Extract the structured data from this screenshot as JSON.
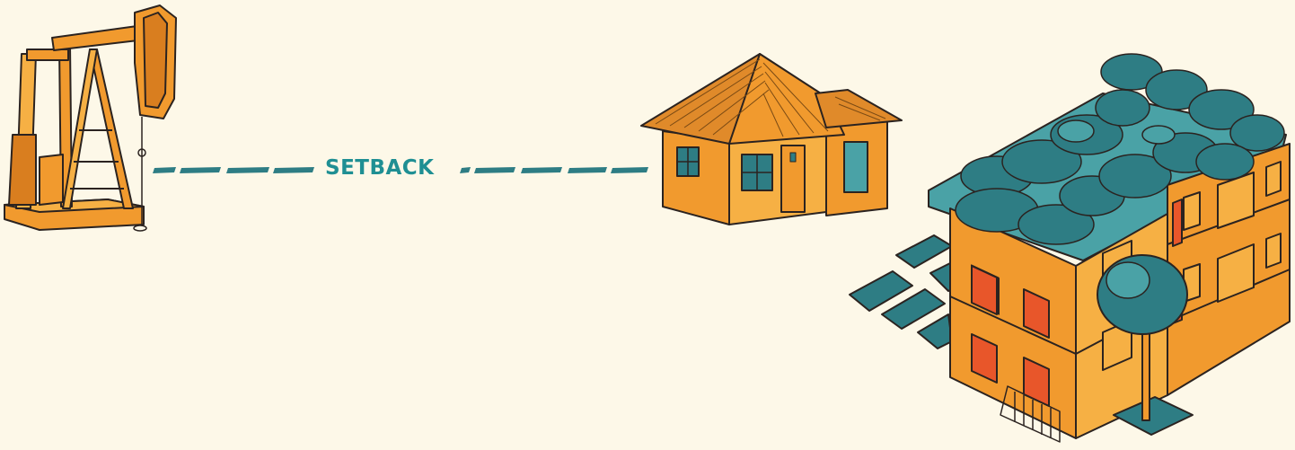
{
  "illustration": {
    "setback_label": "SETBACK",
    "elements": [
      "oil-pumpjack",
      "house",
      "apartment-building",
      "setback-dashed-line"
    ],
    "colors": {
      "background": "#fdf8e8",
      "orange": "#f19a2e",
      "orange_light": "#f6b044",
      "orange_dark": "#d97e1f",
      "teal": "#2e7d84",
      "teal_light": "#4aa2a6",
      "red_window": "#e8562a",
      "outline": "#2b2320",
      "label": "#1f8f93"
    }
  }
}
